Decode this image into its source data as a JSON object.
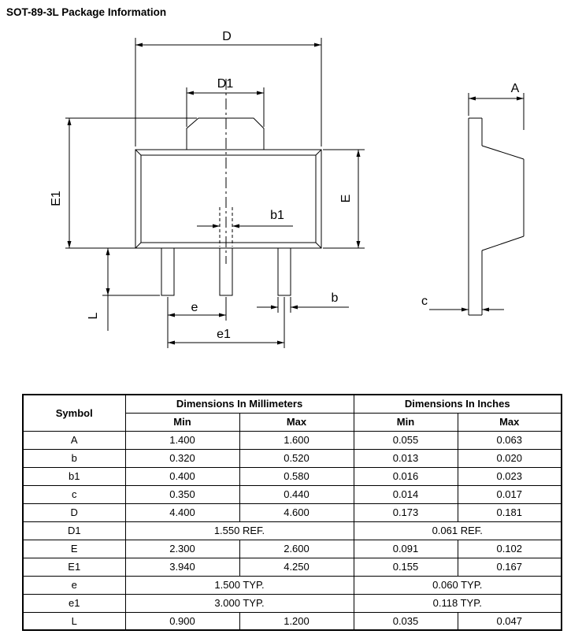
{
  "page": {
    "title": "SOT-89-3L Package Information"
  },
  "drawing": {
    "line_color": "#000000",
    "labels": {
      "D": "D",
      "D1": "D1",
      "E1": "E1",
      "E": "E",
      "b1": "b1",
      "b": "b",
      "e": "e",
      "e1": "e1",
      "L": "L",
      "A": "A",
      "c": "c"
    }
  },
  "table": {
    "header": {
      "symbol": "Symbol",
      "mm": "Dimensions In Millimeters",
      "inch": "Dimensions In Inches",
      "min": "Min",
      "max": "Max"
    },
    "rows": [
      {
        "symbol": "A",
        "mm_min": "1.400",
        "mm_max": "1.600",
        "in_min": "0.055",
        "in_max": "0.063"
      },
      {
        "symbol": "b",
        "mm_min": "0.320",
        "mm_max": "0.520",
        "in_min": "0.013",
        "in_max": "0.020"
      },
      {
        "symbol": "b1",
        "mm_min": "0.400",
        "mm_max": "0.580",
        "in_min": "0.016",
        "in_max": "0.023"
      },
      {
        "symbol": "c",
        "mm_min": "0.350",
        "mm_max": "0.440",
        "in_min": "0.014",
        "in_max": "0.017"
      },
      {
        "symbol": "D",
        "mm_min": "4.400",
        "mm_max": "4.600",
        "in_min": "0.173",
        "in_max": "0.181"
      },
      {
        "symbol": "D1",
        "mm_span": "1.550 REF.",
        "in_span": "0.061 REF."
      },
      {
        "symbol": "E",
        "mm_min": "2.300",
        "mm_max": "2.600",
        "in_min": "0.091",
        "in_max": "0.102"
      },
      {
        "symbol": "E1",
        "mm_min": "3.940",
        "mm_max": "4.250",
        "in_min": "0.155",
        "in_max": "0.167"
      },
      {
        "symbol": "e",
        "mm_span": "1.500 TYP.",
        "in_span": "0.060 TYP."
      },
      {
        "symbol": "e1",
        "mm_span": "3.000 TYP.",
        "in_span": "0.118 TYP."
      },
      {
        "symbol": "L",
        "mm_min": "0.900",
        "mm_max": "1.200",
        "in_min": "0.035",
        "in_max": "0.047"
      }
    ]
  }
}
